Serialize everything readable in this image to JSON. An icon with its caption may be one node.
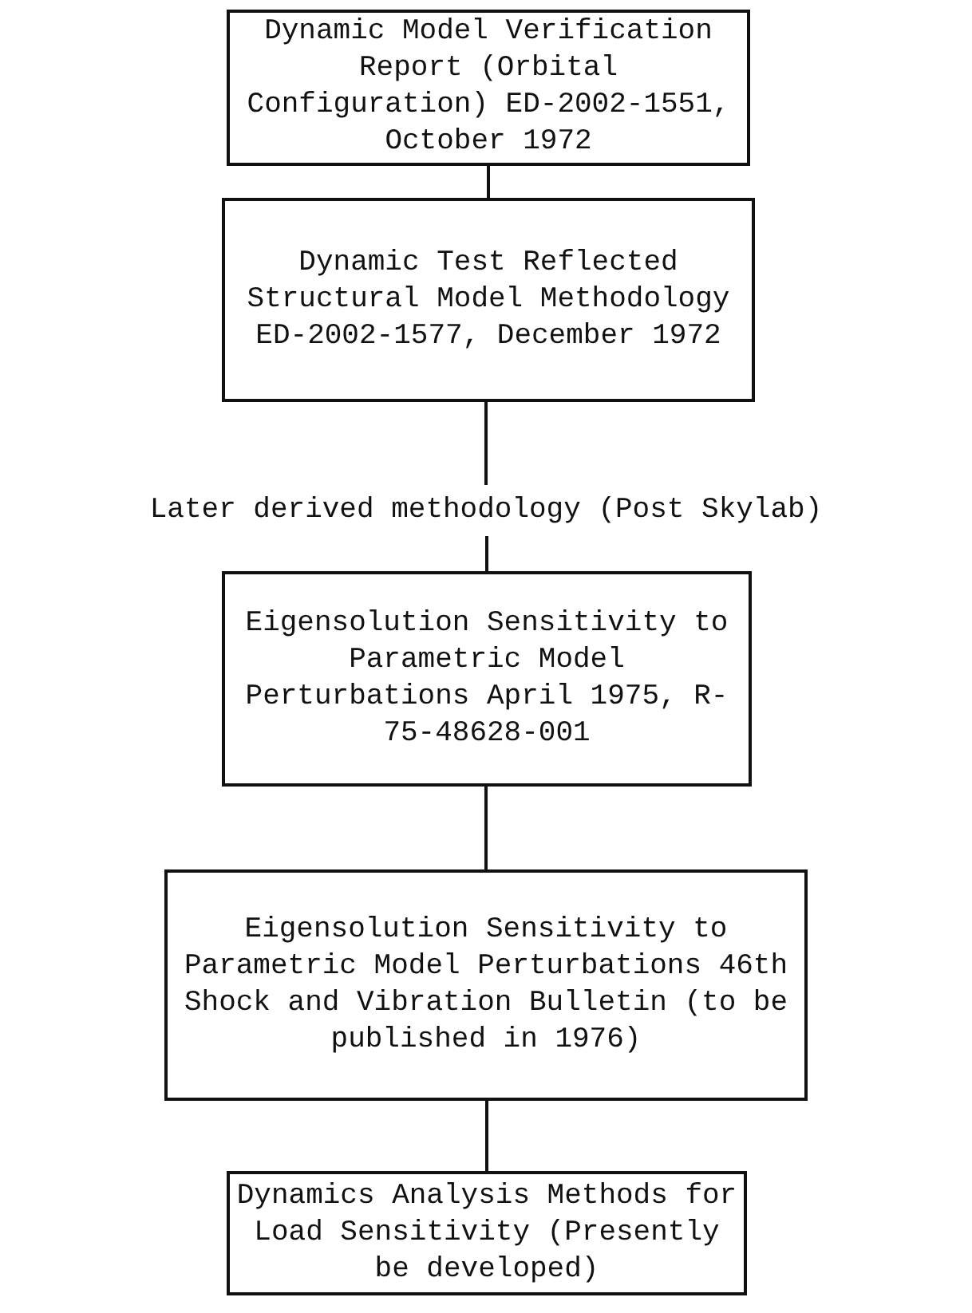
{
  "diagram": {
    "nodes": [
      {
        "text": [
          "Dynamic Model Verification Report (Orbital Configuration) ED-2002-1551, October 1972"
        ]
      },
      {
        "text": [
          "Dynamic Test Reflected Structural Model Methodology ED-2002-1577, December 1972"
        ]
      },
      {
        "text": [
          "Later derived methodology (Post Skylab)"
        ]
      },
      {
        "text": [
          "Eigensolution Sensitivity to Parametric Model Perturbations April 1975, R-75-48628-001"
        ]
      },
      {
        "text": [
          "Eigensolution Sensitivity to Parametric Model Perturbations 46th Shock and Vibration Bulletin (to be published in 1976)"
        ]
      },
      {
        "text": [
          "Dynamics Analysis Methods for Load Sensitivity (Presently be developed)"
        ]
      }
    ],
    "edges": [
      {
        "from": 0,
        "to": 1,
        "arrow": "none"
      },
      {
        "from": 1,
        "to": 2,
        "arrow": "none"
      },
      {
        "from": 2,
        "to": 3,
        "arrow": "none"
      },
      {
        "from": 3,
        "to": 4,
        "arrow": "none"
      },
      {
        "from": 4,
        "to": 5,
        "arrow": "none"
      }
    ]
  }
}
